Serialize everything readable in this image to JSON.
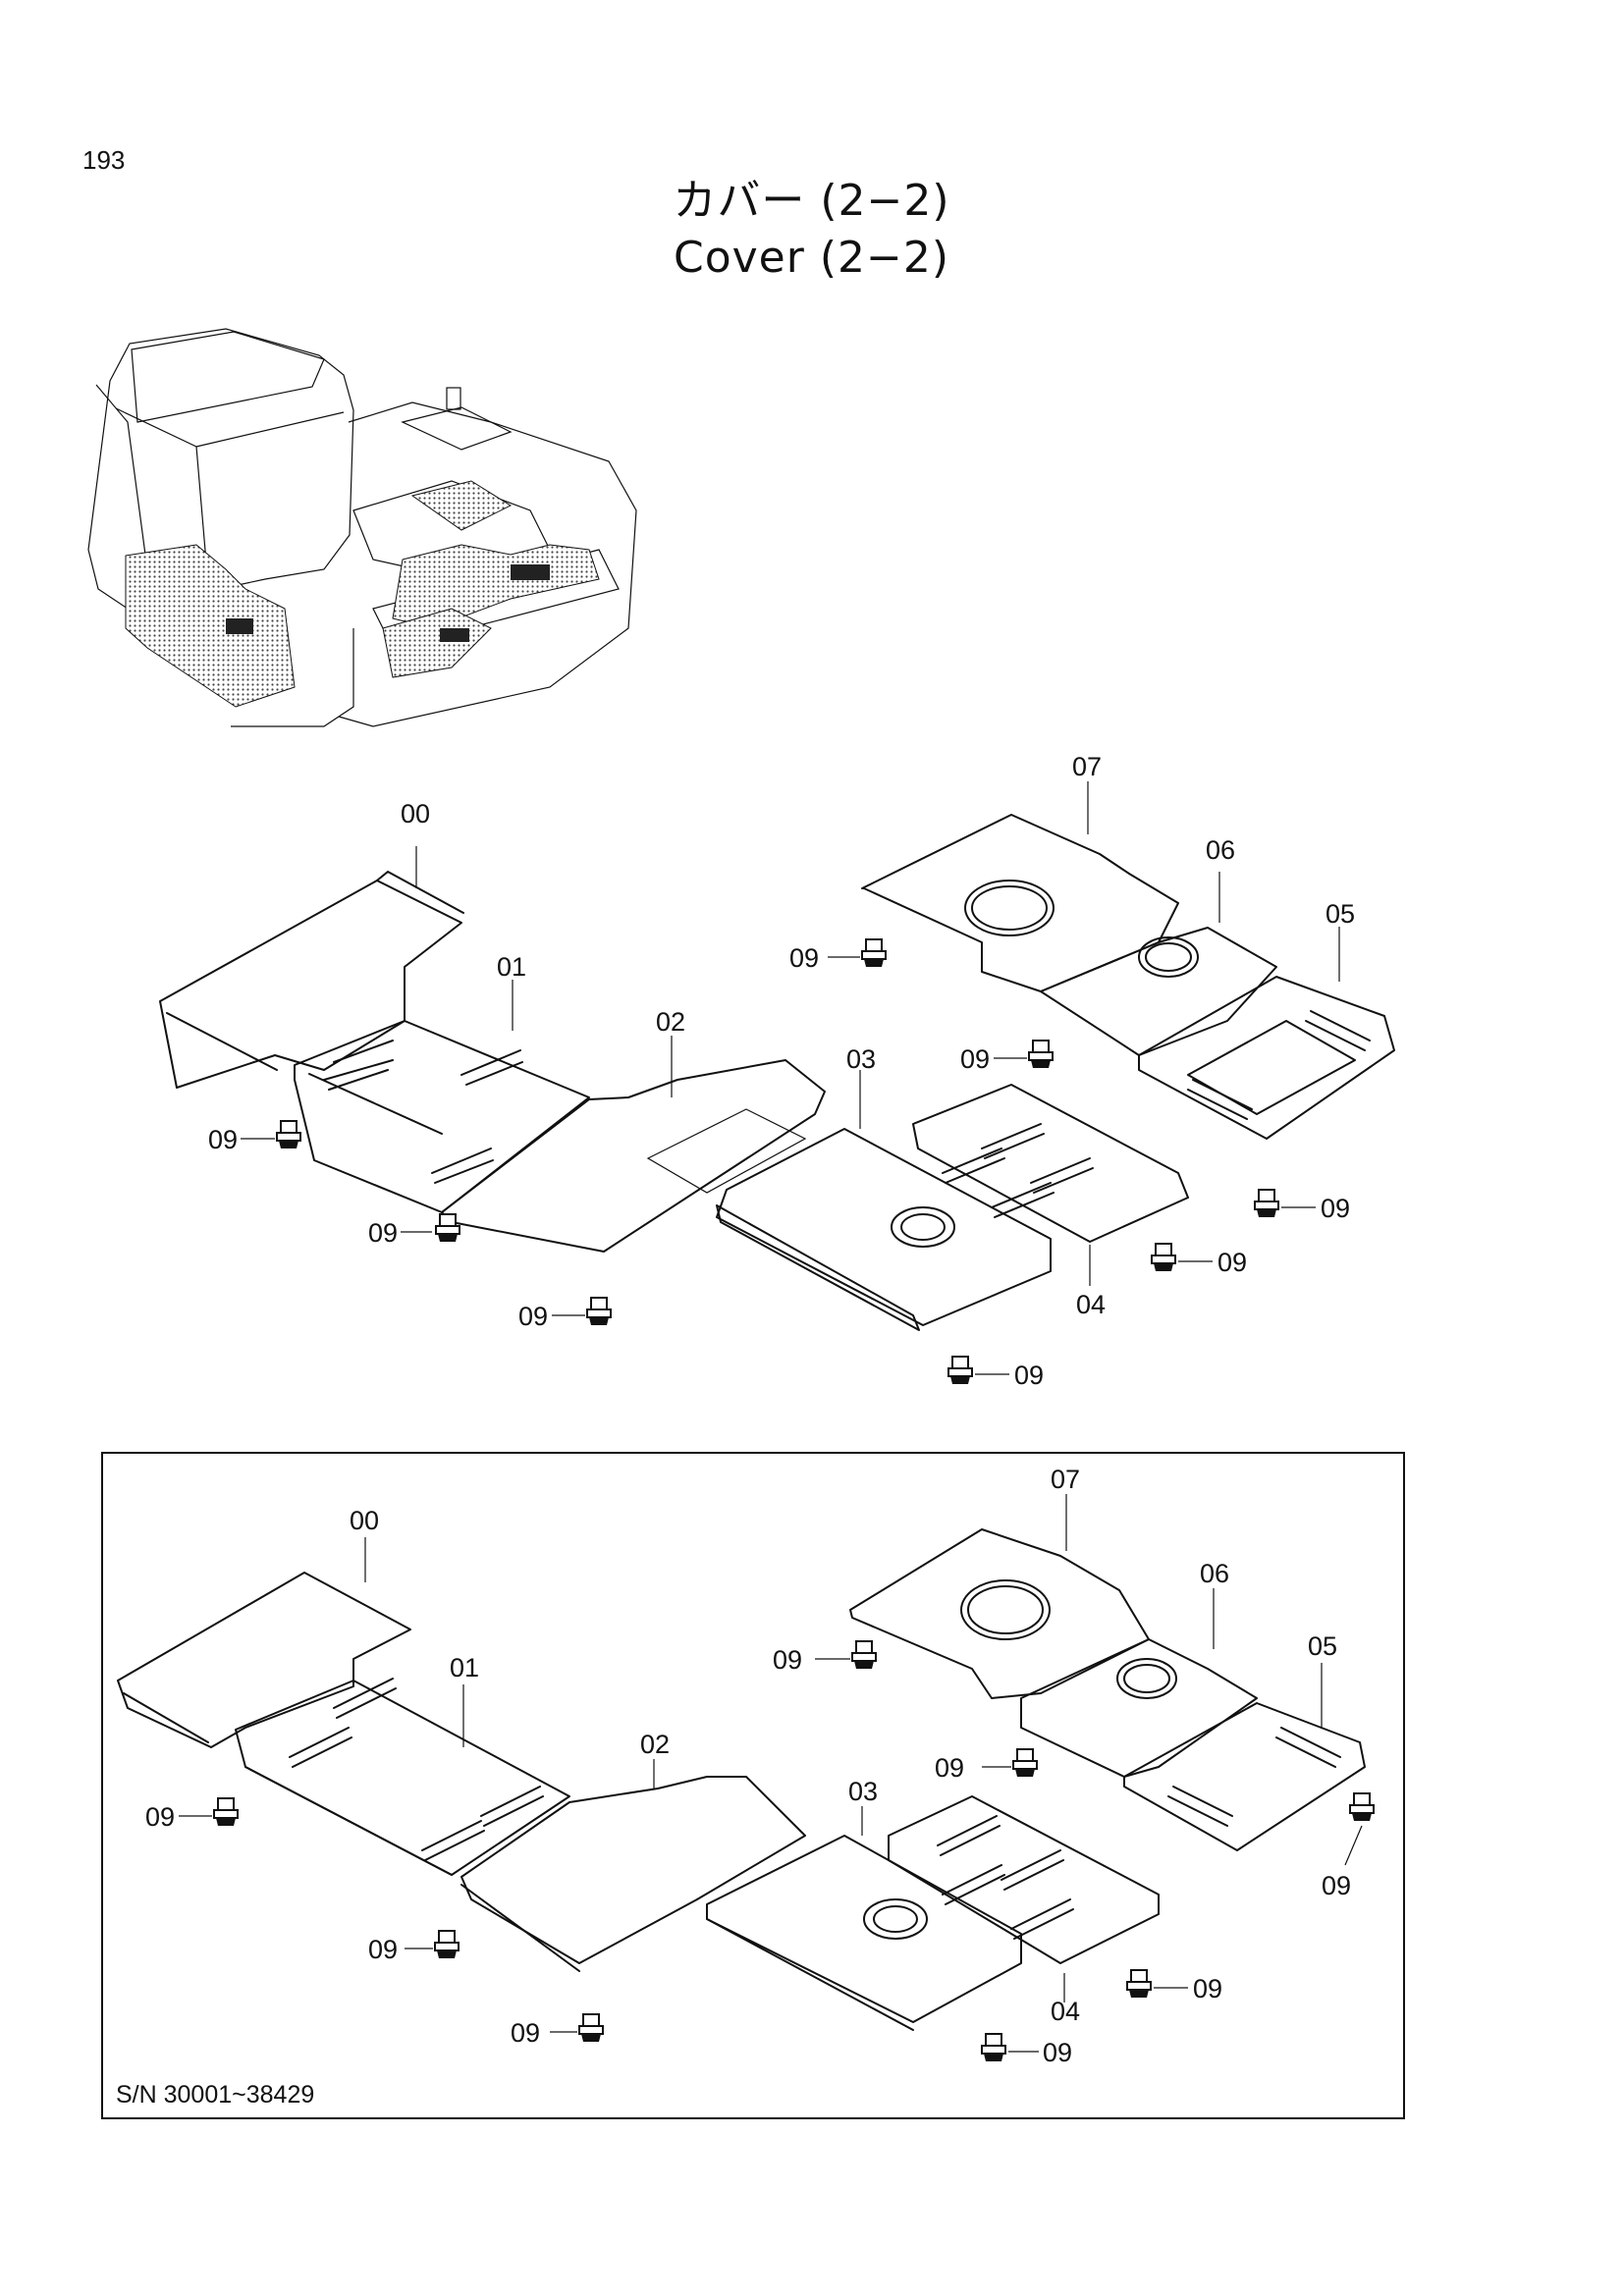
{
  "page_number": "193",
  "title_jp": "カバー (2−2)",
  "title_en": "Cover (2−2)",
  "inset_serial_range": "S/N 30001~38429",
  "part_callouts": {
    "p00": "00",
    "p01": "01",
    "p02": "02",
    "p03": "03",
    "p04": "04",
    "p05": "05",
    "p06": "06",
    "p07": "07",
    "p09": "09"
  },
  "icons": [
    "excavator-overview-icon",
    "bolt-icon"
  ]
}
